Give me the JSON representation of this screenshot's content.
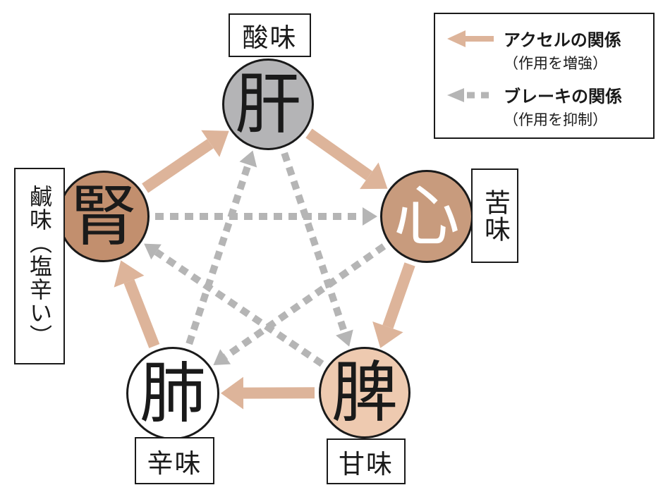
{
  "legend": {
    "accel_label": "アクセルの関係",
    "accel_sub": "（作用を増強）",
    "brake_label": "ブレーキの関係",
    "brake_sub": "（作用を抑制）"
  },
  "colors": {
    "accel_arrow": "#ddb49a",
    "brake_arrow": "#b5b5b5",
    "ink": "#1a1a1a",
    "liver_fill": "#b4b4b6",
    "heart_fill": "#c89b7d",
    "spleen_fill": "#eecab0",
    "lung_fill": "#ffffff",
    "kidney_fill": "#c28f6e"
  },
  "nodes": [
    {
      "id": "gan",
      "organ": "肝",
      "taste": "酸味",
      "fill": "#b4b4b6",
      "text": "#1a1a1a"
    },
    {
      "id": "shin",
      "organ": "心",
      "taste": "苦味",
      "fill": "#c89b7d",
      "text": "#ffffff"
    },
    {
      "id": "hi",
      "organ": "脾",
      "taste": "甘味",
      "fill": "#eecab0",
      "text": "#1a1a1a"
    },
    {
      "id": "hai",
      "organ": "肺",
      "taste": "辛味",
      "fill": "#ffffff",
      "text": "#1a1a1a"
    },
    {
      "id": "jin",
      "organ": "腎",
      "taste": "鹹味（塩辛い）",
      "fill": "#c28f6e",
      "text": "#1a1a1a"
    }
  ],
  "edges": {
    "accel": [
      {
        "from": "jin",
        "to": "gan"
      },
      {
        "from": "gan",
        "to": "shin"
      },
      {
        "from": "shin",
        "to": "hi"
      },
      {
        "from": "hi",
        "to": "hai"
      },
      {
        "from": "hai",
        "to": "jin"
      }
    ],
    "brake": [
      {
        "from": "gan",
        "to": "hi"
      },
      {
        "from": "shin",
        "to": "hai"
      },
      {
        "from": "hi",
        "to": "jin"
      },
      {
        "from": "hai",
        "to": "gan"
      },
      {
        "from": "jin",
        "to": "shin"
      }
    ]
  }
}
